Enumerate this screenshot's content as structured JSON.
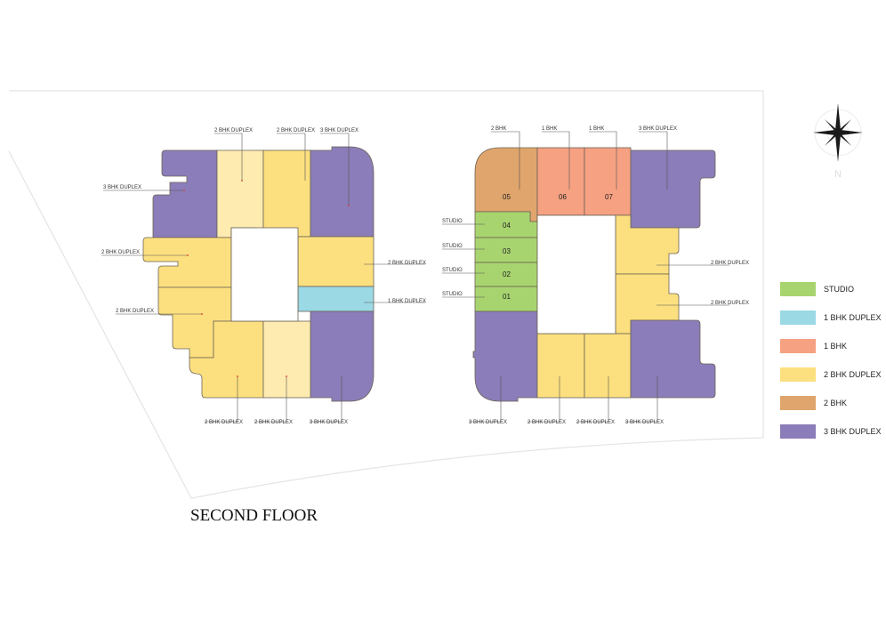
{
  "title": "SECOND FLOOR",
  "colors": {
    "studio": "#a8d46f",
    "bhk1_duplex": "#9bd9e5",
    "bhk1": "#f6a182",
    "bhk2_duplex": "#fce07f",
    "bhk2_duplex_light": "#fdebb0",
    "bhk2": "#dfa56c",
    "bhk3_duplex": "#8b7db9"
  },
  "left_building": {
    "top": [
      "2 BHK DUPLEX",
      "2 BHK DUPLEX",
      "3 BHK DUPLEX"
    ],
    "left": [
      "3 BHK DUPLEX",
      "2 BHK DUPLEX",
      "2 BHK DUPLEX"
    ],
    "right": [
      "2 BHK DUPLEX",
      "1 BHK DUPLEX"
    ],
    "bottom": [
      "2 BHK DUPLEX",
      "2 BHK DUPLEX",
      "3 BHK DUPLEX"
    ]
  },
  "right_building": {
    "top": [
      "2 BHK",
      "1 BHK",
      "1 BHK",
      "3 BHK DUPLEX"
    ],
    "left": [
      "STUDIO",
      "STUDIO",
      "STUDIO",
      "STUDIO"
    ],
    "right": [
      "2 BHK DUPLEX",
      "2 BHK DUPLEX"
    ],
    "bottom": [
      "3 BHK DUPLEX",
      "2 BHK DUPLEX",
      "2 BHK DUPLEX",
      "3 BHK DUPLEX"
    ],
    "unit_numbers": [
      "05",
      "06",
      "07",
      "04",
      "03",
      "02",
      "01"
    ]
  },
  "compass": {
    "north_label": "N"
  },
  "legend": [
    {
      "label": "STUDIO",
      "color": "#a8d46f"
    },
    {
      "label": "1 BHK DUPLEX",
      "color": "#9bd9e5"
    },
    {
      "label": "1 BHK",
      "color": "#f6a182"
    },
    {
      "label": "2 BHK DUPLEX",
      "color": "#fce07f"
    },
    {
      "label": "2 BHK",
      "color": "#dfa56c"
    },
    {
      "label": "3 BHK DUPLEX",
      "color": "#8b7db9"
    }
  ]
}
